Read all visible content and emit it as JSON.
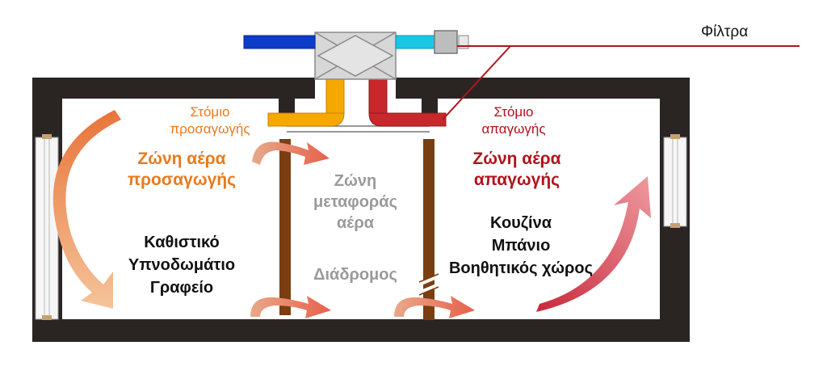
{
  "labels": {
    "filters": "Φίλτρα",
    "supply_outlet": [
      "Στόμιο",
      "προσαγωγής"
    ],
    "extract_outlet": [
      "Στόμιο",
      "απαγωγής"
    ],
    "supply_zone": [
      "Ζώνη αέρα",
      "προσαγωγής"
    ],
    "extract_zone": [
      "Ζώνη αέρα",
      "απαγωγής"
    ],
    "transfer_zone": [
      "Ζώνη",
      "μεταφοράς",
      "αέρα"
    ],
    "corridor": "Διάδρομος",
    "supply_rooms": [
      "Καθιστικό",
      "Υπνοδωμάτιο",
      "Γραφείο"
    ],
    "extract_rooms": [
      "Κουζίνα",
      "Μπάνιο",
      "Βοηθητικός χώρος"
    ]
  },
  "colors": {
    "wall": "#2a2523",
    "supply_air": "#f5a800",
    "extract_air": "#c8282c",
    "outdoor_air": "#0c3cc8",
    "exhaust_air": "#19c6e6",
    "door": "#7a3e10",
    "filter_line": "#b0141c",
    "supply_text": "#e87a1e",
    "extract_text": "#b0141c",
    "transfer_text": "#9a9a9a"
  }
}
